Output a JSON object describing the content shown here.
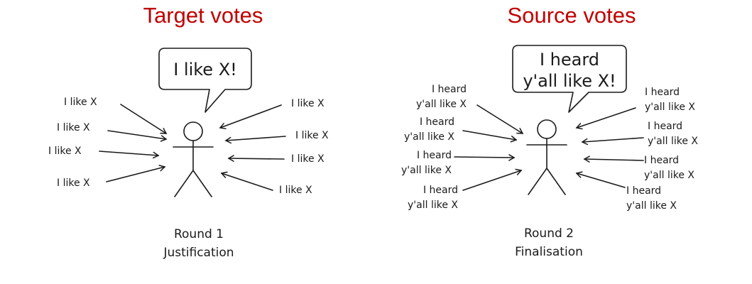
{
  "left": {
    "title": "Target votes",
    "bubble": [
      "I like X!"
    ],
    "caption": [
      "Round 1",
      "Justification"
    ],
    "votes": [
      [
        "I like X"
      ],
      [
        "I like X"
      ],
      [
        "I like X"
      ],
      [
        "I like X"
      ],
      [
        "I like X"
      ],
      [
        "I like X"
      ],
      [
        "I like X"
      ],
      [
        "I like X"
      ]
    ]
  },
  "right": {
    "title": "Source votes",
    "bubble": [
      "I heard",
      "y'all like X!"
    ],
    "caption": [
      "Round 2",
      "Finalisation"
    ],
    "votes": [
      [
        "I heard",
        "y'all like X"
      ],
      [
        "I heard",
        "y'all like X"
      ],
      [
        "I heard",
        "y'all like X"
      ],
      [
        "I heard",
        "y'all like X"
      ],
      [
        "I heard",
        "y'all like X"
      ],
      [
        "I heard",
        "y'all like X"
      ],
      [
        "I heard",
        "y'all like X"
      ],
      [
        "I heard",
        "y'all like X"
      ]
    ]
  }
}
